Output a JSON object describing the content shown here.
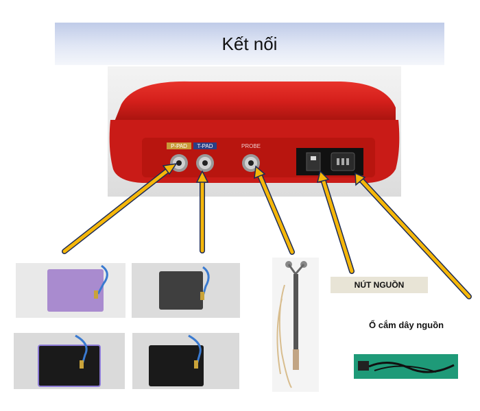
{
  "title": "Kết nối",
  "device": {
    "port_labels": [
      "P-PAD",
      "T-PAD",
      "PROBE"
    ],
    "body_color": "#d9211f"
  },
  "labels": {
    "power_button": "NÚT NGUỒN",
    "power_socket": "Ổ cắm dây nguồn"
  },
  "colors": {
    "arrow": "#f5b70a",
    "arrow_outline": "#1c2a55",
    "title_bg": "#cfd8ee"
  }
}
